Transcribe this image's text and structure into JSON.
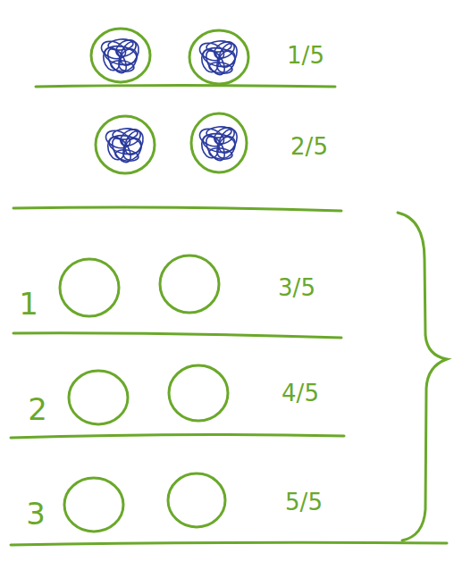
{
  "diagram": {
    "labels": [
      "1/5",
      "2/5",
      "1",
      "3/5",
      "2",
      "4/5",
      "3",
      "5/5"
    ]
  }
}
